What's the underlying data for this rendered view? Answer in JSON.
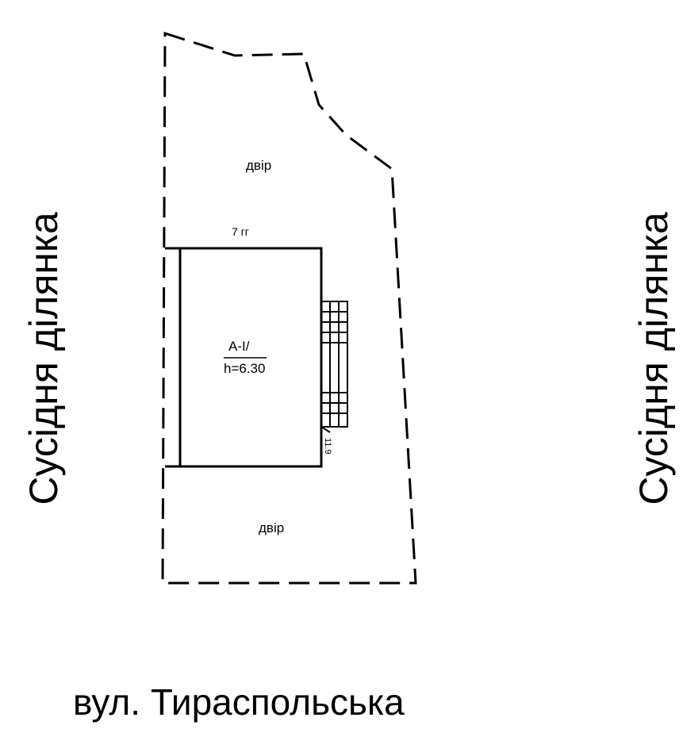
{
  "neighbors": {
    "left_label": "Сусідня ділянка",
    "right_label": "Сусідня ділянка"
  },
  "street": {
    "label": "вул. Тираспольська"
  },
  "plot": {
    "yard_top_label": "двір",
    "yard_bottom_label": "двір",
    "top_dimension_label": "7 гг",
    "building": {
      "code": "А-І/",
      "height_label": "h=6.30"
    },
    "porch_label": "11.9"
  }
}
